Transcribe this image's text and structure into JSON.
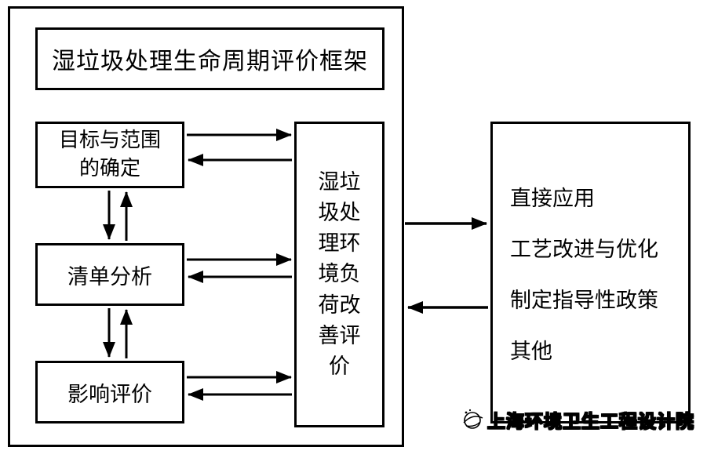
{
  "diagram": {
    "title": "湿垃圾处理生命周期评价框架",
    "stages": [
      {
        "label": "目标与范围的确定"
      },
      {
        "label": "清单分析"
      },
      {
        "label": "影响评价"
      }
    ],
    "interpretation": "湿垃圾处理环境负荷改善评价",
    "applications": [
      "直接应用",
      "工艺改进与优化",
      "制定指导性政策",
      "其他"
    ],
    "watermark": {
      "text": "上海环境卫生工程设计院",
      "logo": "institute-logo"
    },
    "colors": {
      "line": "#000000",
      "background": "#ffffff",
      "text": "#000000",
      "watermark_text": "#ffffff",
      "watermark_outline": "#000000"
    }
  }
}
